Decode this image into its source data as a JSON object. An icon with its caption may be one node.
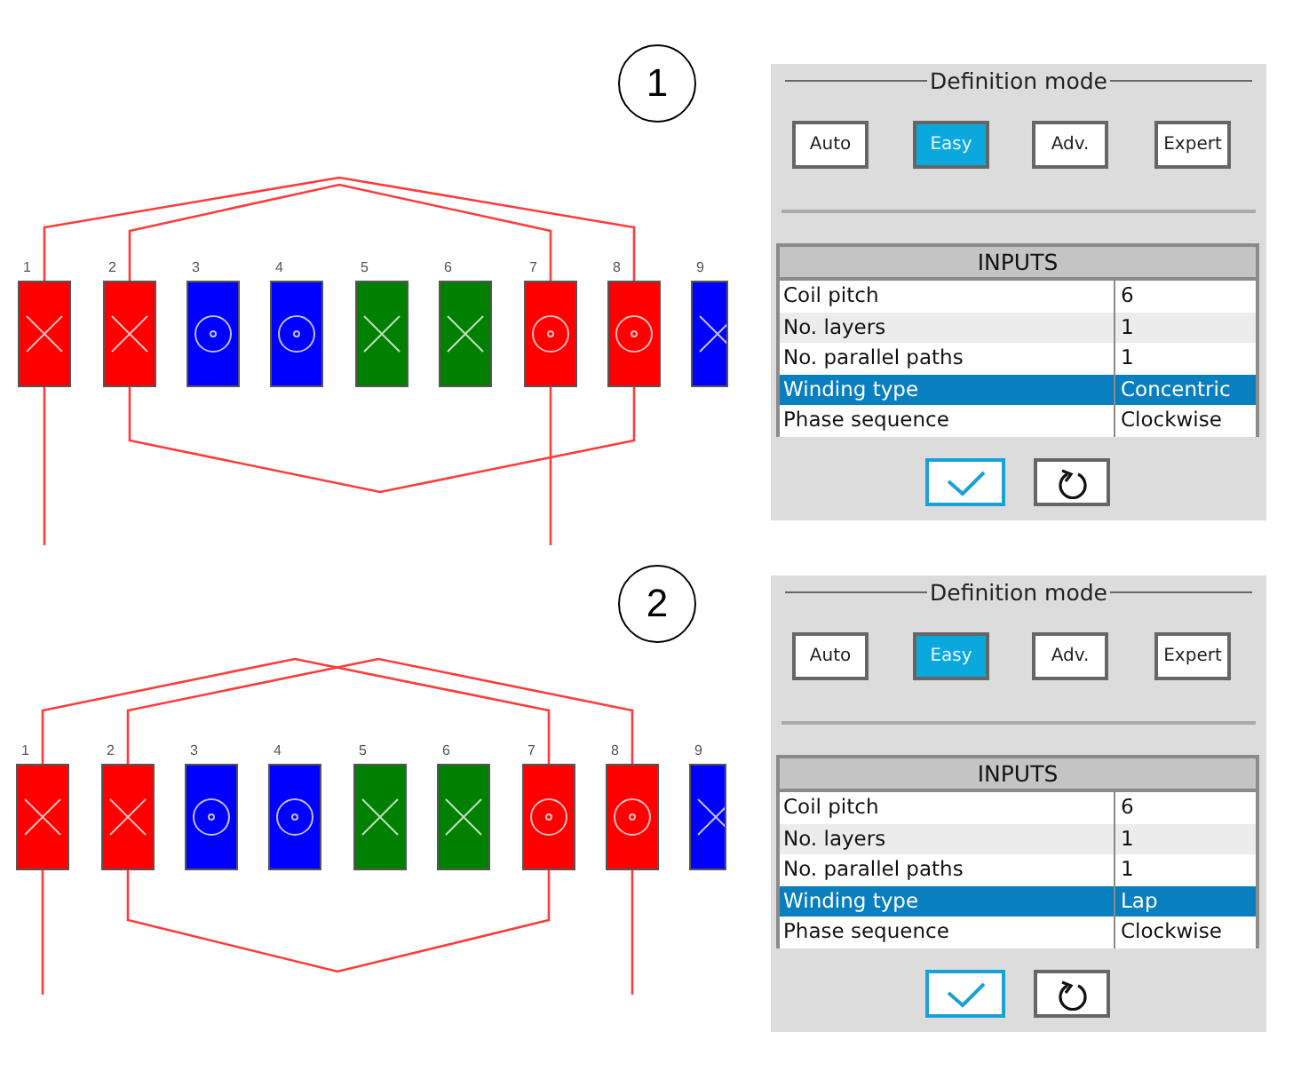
{
  "diagram": {
    "nodes": [
      {
        "text": [
          "1"
        ]
      },
      {
        "text": [
          "2"
        ]
      },
      {
        "text": [
          "3"
        ]
      },
      {
        "text": [
          "4"
        ]
      },
      {
        "text": [
          "5"
        ]
      },
      {
        "text": [
          "6"
        ]
      },
      {
        "text": [
          "7"
        ]
      },
      {
        "text": [
          "8"
        ]
      },
      {
        "text": [
          "9"
        ]
      },
      {
        "text": [
          "1"
        ]
      },
      {
        "text": [
          "Definition mode"
        ]
      },
      {
        "text": [
          "Auto"
        ],
        "in": 10
      },
      {
        "text": [
          "Easy"
        ],
        "in": 10
      },
      {
        "text": [
          "Adv."
        ],
        "in": 10
      },
      {
        "text": [
          "Expert"
        ],
        "in": 10
      },
      {
        "text": [
          "INPUTS"
        ],
        "in": 10
      },
      {
        "text": [
          "Coil pitch",
          "6"
        ],
        "in": 15
      },
      {
        "text": [
          "No. layers",
          "1"
        ],
        "in": 15
      },
      {
        "text": [
          "No. parallel paths",
          "1"
        ],
        "in": 15
      },
      {
        "text": [
          "Winding type",
          "Concentric"
        ],
        "in": 15
      },
      {
        "text": [
          "Phase sequence",
          "Clockwise"
        ],
        "in": 15
      },
      {
        "text": [],
        "shape": "box",
        "in": 10
      },
      {
        "text": [],
        "shape": "box",
        "in": 10
      },
      {
        "text": [
          "1"
        ]
      },
      {
        "text": [
          "2"
        ]
      },
      {
        "text": [
          "3"
        ]
      },
      {
        "text": [
          "4"
        ]
      },
      {
        "text": [
          "5"
        ]
      },
      {
        "text": [
          "6"
        ]
      },
      {
        "text": [
          "7"
        ]
      },
      {
        "text": [
          "8"
        ]
      },
      {
        "text": [
          "9"
        ]
      },
      {
        "text": [
          "2"
        ]
      },
      {
        "text": [
          "Definition mode"
        ]
      },
      {
        "text": [
          "Auto"
        ],
        "in": 33
      },
      {
        "text": [
          "Easy"
        ],
        "in": 33
      },
      {
        "text": [
          "Adv."
        ],
        "in": 33
      },
      {
        "text": [
          "Expert"
        ],
        "in": 33
      },
      {
        "text": [
          "INPUTS"
        ],
        "in": 33
      },
      {
        "text": [
          "Coil pitch",
          "6"
        ],
        "in": 38
      },
      {
        "text": [
          "No. layers",
          "1"
        ],
        "in": 38
      },
      {
        "text": [
          "No. parallel paths",
          "1"
        ],
        "in": 38
      },
      {
        "text": [
          "Winding type",
          "Lap"
        ],
        "in": 38
      },
      {
        "text": [
          "Phase sequence",
          "Clockwise"
        ],
        "in": 38
      },
      {
        "text": [],
        "shape": "box",
        "in": 33
      },
      {
        "text": [],
        "shape": "box",
        "in": 33
      }
    ],
    "edges": [
      {
        "from": 0,
        "to": 7,
        "arrow": "none"
      },
      {
        "from": 1,
        "to": 6,
        "arrow": "none"
      },
      {
        "from": 1,
        "to": 7,
        "arrow": "none"
      },
      {
        "from": 0,
        "to": null,
        "arrow": "none"
      },
      {
        "from": 6,
        "to": null,
        "arrow": "none"
      },
      {
        "from": 23,
        "to": 29,
        "arrow": "none"
      },
      {
        "from": 24,
        "to": 30,
        "arrow": "none"
      },
      {
        "from": 24,
        "to": 29,
        "arrow": "none"
      },
      {
        "from": 23,
        "to": null,
        "arrow": "none"
      },
      {
        "from": 30,
        "to": null,
        "arrow": "none"
      }
    ]
  }
}
